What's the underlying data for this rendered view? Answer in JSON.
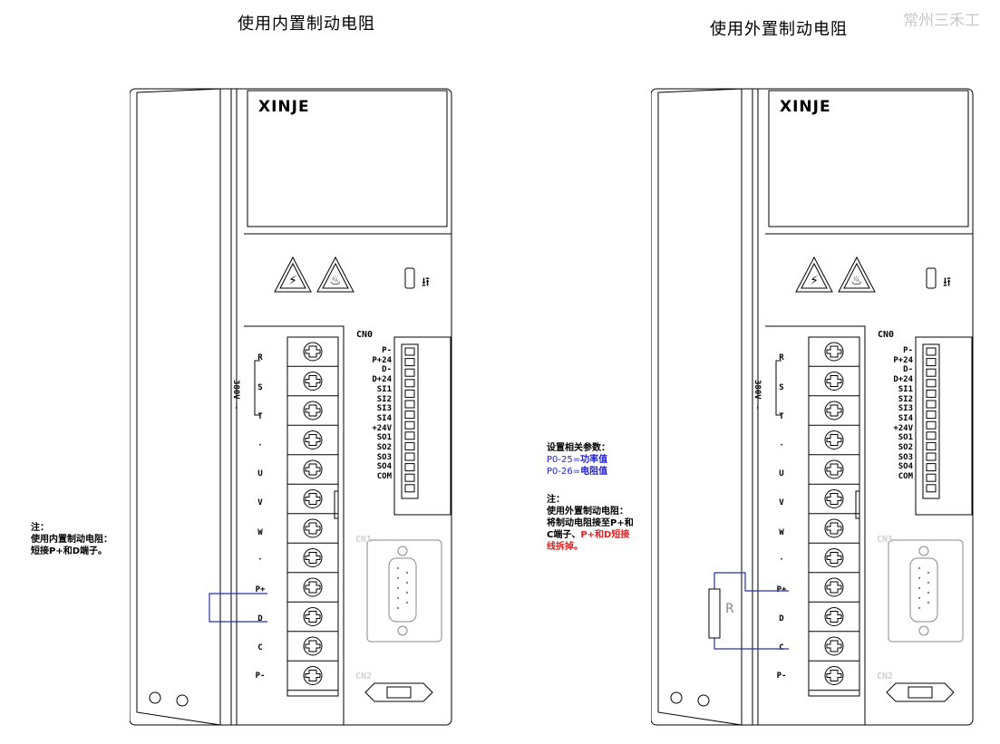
{
  "titles": {
    "left": "使用内置制动电阻",
    "right": "使用外置制动电阻",
    "watermark": "常州三禾工"
  },
  "brand": "XINJE",
  "connectors": {
    "cn0": "CN0",
    "cn1": "CN1",
    "cn2": "CN2"
  },
  "power_voltage": "380V ~",
  "terminals": [
    "R",
    "S",
    "T",
    "·",
    "U",
    "V",
    "W",
    "·",
    "P+",
    "D",
    "C",
    "P-"
  ],
  "cn0_pins": [
    "P-",
    "P+24",
    "D-",
    "D+24",
    "SI1",
    "SI2",
    "SI3",
    "SI4",
    "+24V",
    "SO1",
    "SO2",
    "SO3",
    "SO4",
    "COM"
  ],
  "resistor_label": "R",
  "note_left": {
    "title": "注：",
    "line1": "使用内置制动电阻：",
    "line2": "短接P+和D端子。"
  },
  "params": {
    "title": "设置相关参数：",
    "p1_code": "P0-25=",
    "p1_value": "功率值",
    "p2_code": "P0-26=",
    "p2_value": "电阻值"
  },
  "note_right": {
    "title": "注：",
    "line1": "使用外置制动电阻：",
    "line2": "将制动电阻接至P+和",
    "line3_a": "C端子、",
    "line3_b": "P+和D短接",
    "line4": "线拆掉。"
  },
  "colors": {
    "wire": "#2233aa",
    "highlight_blue": "#2222cc",
    "highlight_red": "#e02020",
    "watermark": "#c8c8c8"
  }
}
